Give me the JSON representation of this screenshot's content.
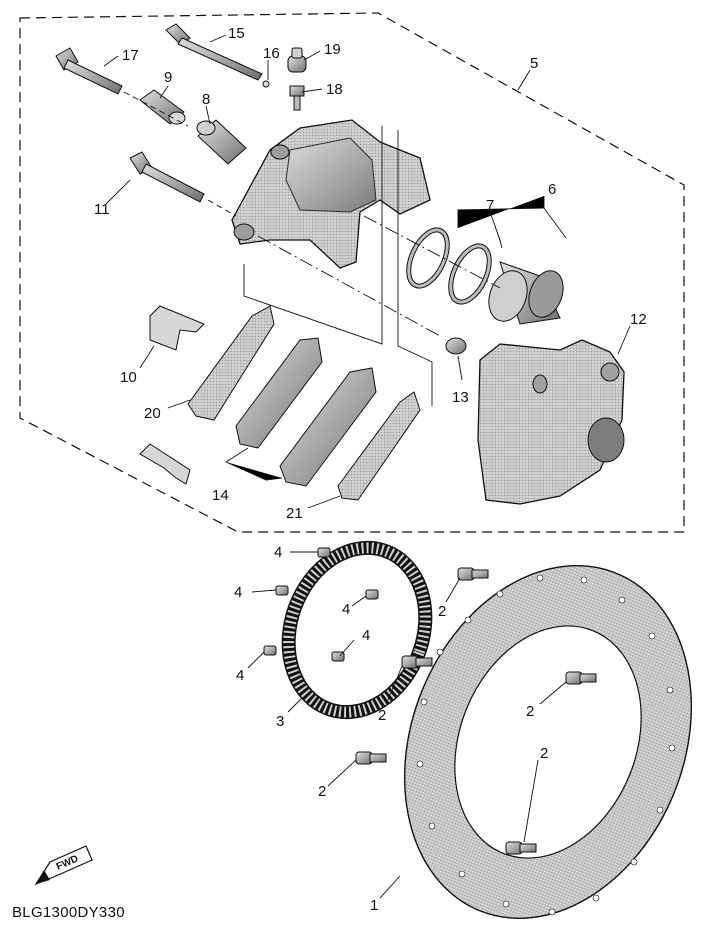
{
  "diagram": {
    "code": "BLG1300DY330",
    "fwd_label": "FWD",
    "callouts": {
      "c1": "1",
      "c2a": "2",
      "c2b": "2",
      "c2c": "2",
      "c2d": "2",
      "c2e": "2",
      "c3": "3",
      "c4a": "4",
      "c4b": "4",
      "c4c": "4",
      "c4d": "4",
      "c4e": "4",
      "c5": "5",
      "c6": "6",
      "c7": "7",
      "c8": "8",
      "c9": "9",
      "c10": "10",
      "c11": "11",
      "c12": "12",
      "c13": "13",
      "c14": "14",
      "c15": "15",
      "c16": "16",
      "c17": "17",
      "c18": "18",
      "c19": "19",
      "c20": "20",
      "c21": "21"
    },
    "colors": {
      "line": "#111111",
      "part_fill": "#bdbdbd",
      "part_dark": "#8a8a8a",
      "part_light": "#e0e0e0"
    }
  }
}
